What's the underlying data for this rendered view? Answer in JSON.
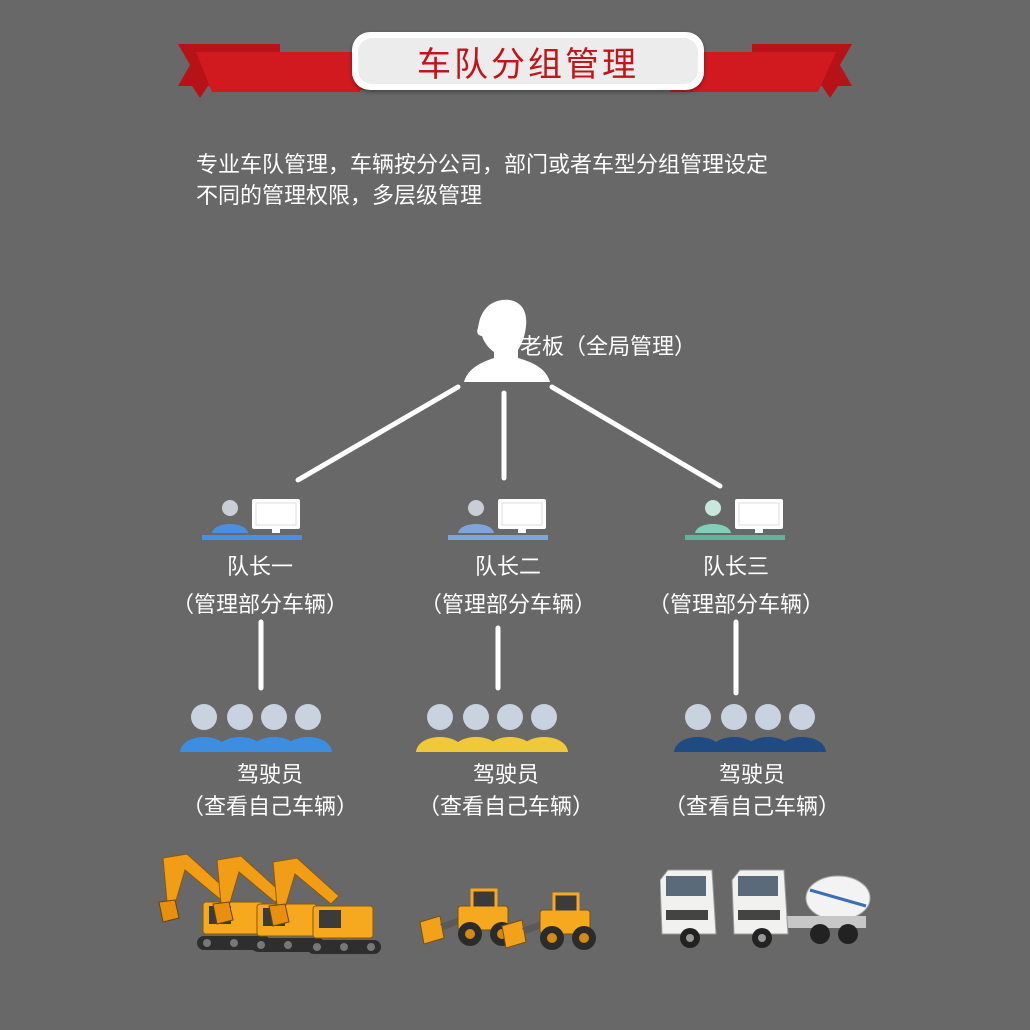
{
  "title": "车队分组管理",
  "description": {
    "line1": "专业车队管理，车辆按分公司，部门或者车型分组管理设定",
    "line2": "不同的管理权限，多层级管理"
  },
  "boss": {
    "label": "老板（全局管理）",
    "icon": "person-silhouette-icon"
  },
  "leaders": [
    {
      "name": "队长一",
      "role": "（管理部分车辆）",
      "accent": "#4a90e2"
    },
    {
      "name": "队长二",
      "role": "（管理部分车辆）",
      "accent": "#7fa3dc"
    },
    {
      "name": "队长三",
      "role": "（管理部分车辆）",
      "accent": "#7fd0b8"
    }
  ],
  "drivers": [
    {
      "name": "驾驶员",
      "role": "（查看自己车辆）",
      "color": "#3d8de0"
    },
    {
      "name": "驾驶员",
      "role": "（查看自己车辆）",
      "color": "#f0c93a"
    },
    {
      "name": "驾驶员",
      "role": "（查看自己车辆）",
      "color": "#1f4a82"
    }
  ],
  "vehicles": [
    "excavator-icon",
    "wheel-loader-icon",
    "cement-mixer-truck-icon"
  ],
  "colors": {
    "background": "#686868",
    "banner_red": "#c8161d",
    "title_red": "#c2141b"
  }
}
